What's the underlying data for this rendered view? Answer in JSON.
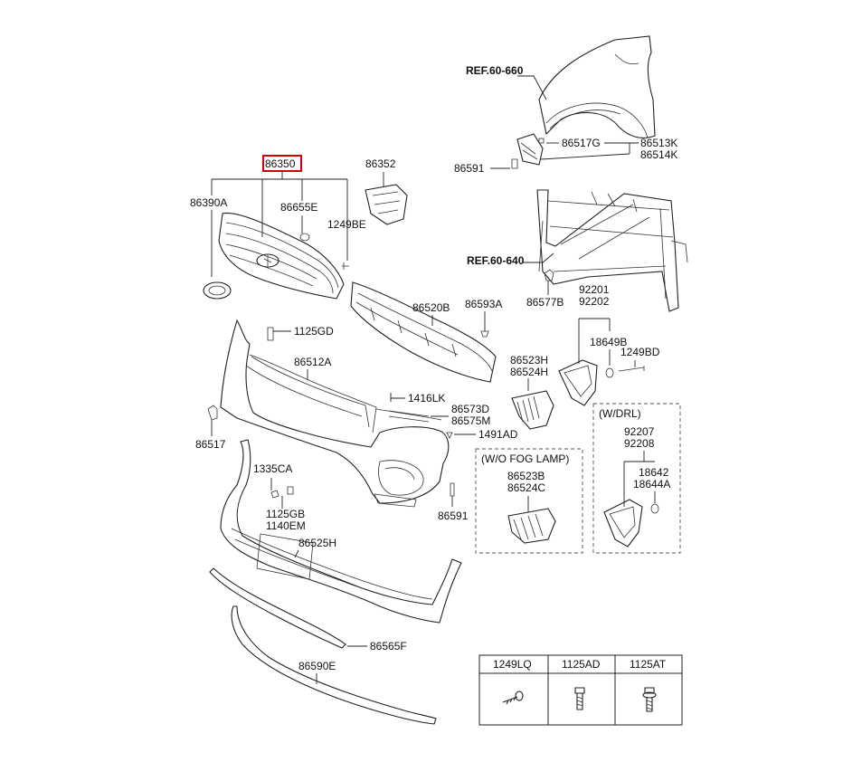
{
  "references": {
    "fender": "REF.60-660",
    "radiator_support": "REF.60-640"
  },
  "highlighted_part": "86350",
  "labels": {
    "p86350": "86350",
    "p86352": "86352",
    "p86390A": "86390A",
    "p86655E": "86655E",
    "p1249BE": "1249BE",
    "p86517G": "86517G",
    "p86513K": "86513K",
    "p86514K": "86514K",
    "p86591_top": "86591",
    "p86577B": "86577B",
    "p92201": "92201",
    "p92202": "92202",
    "p86520B": "86520B",
    "p86593A": "86593A",
    "p1125GD": "1125GD",
    "p86512A": "86512A",
    "p18649B": "18649B",
    "p1249BD": "1249BD",
    "p86523H": "86523H",
    "p86524H": "86524H",
    "p1416LK": "1416LK",
    "p86573D": "86573D",
    "p86575M": "86575M",
    "p86517": "86517",
    "p1491AD": "1491AD",
    "p1335CA": "1335CA",
    "p1125GB": "1125GB",
    "p1140EM": "1140EM",
    "p86591_bot": "86591",
    "p86525H": "86525H",
    "p86565F": "86565F",
    "p86590E": "86590E",
    "p86523B": "86523B",
    "p86524C": "86524C",
    "p92207": "92207",
    "p92208": "92208",
    "p18642": "18642",
    "p18644A": "18644A"
  },
  "option_boxes": {
    "fog": "(W/O FOG LAMP)",
    "drl": "(W/DRL)"
  },
  "fastener_table": {
    "headers": [
      "1249LQ",
      "1125AD",
      "1125AT"
    ],
    "icons": [
      "screw-icon",
      "bolt-icon",
      "bolt-washer-icon"
    ]
  },
  "colors": {
    "highlight": "#d00000",
    "line": "#222222"
  }
}
